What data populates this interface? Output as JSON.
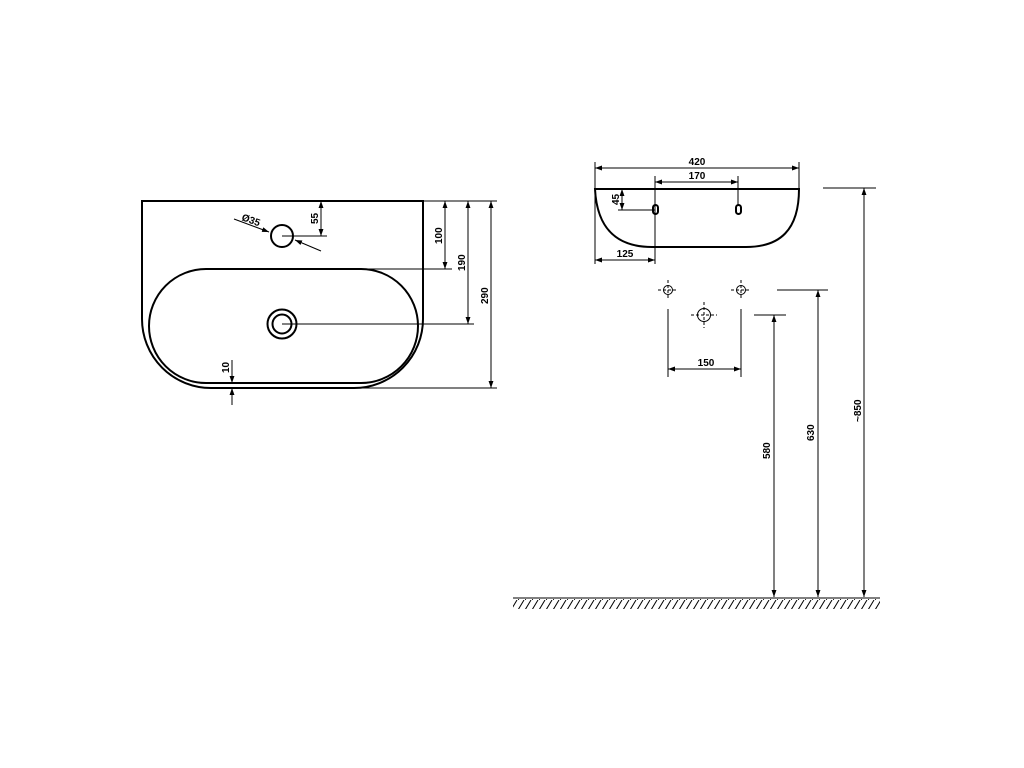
{
  "drawing": {
    "colors": {
      "line": "#000000",
      "background": "#ffffff"
    },
    "plan_view": {
      "hole_diameter_label": "Ø35",
      "hole_offset_label": "55",
      "bowl_offset_label": "100",
      "drain_offset_label": "190",
      "depth_label": "290",
      "rim_label": "10"
    },
    "side_view": {
      "width_label": "420",
      "hole_spacing_label": "170",
      "hole_height_label": "45",
      "hole_from_edge_label": "125"
    },
    "installation": {
      "valve_spacing_label": "150",
      "height_580_label": "580",
      "height_630_label": "630",
      "height_850_label": "~850"
    }
  }
}
